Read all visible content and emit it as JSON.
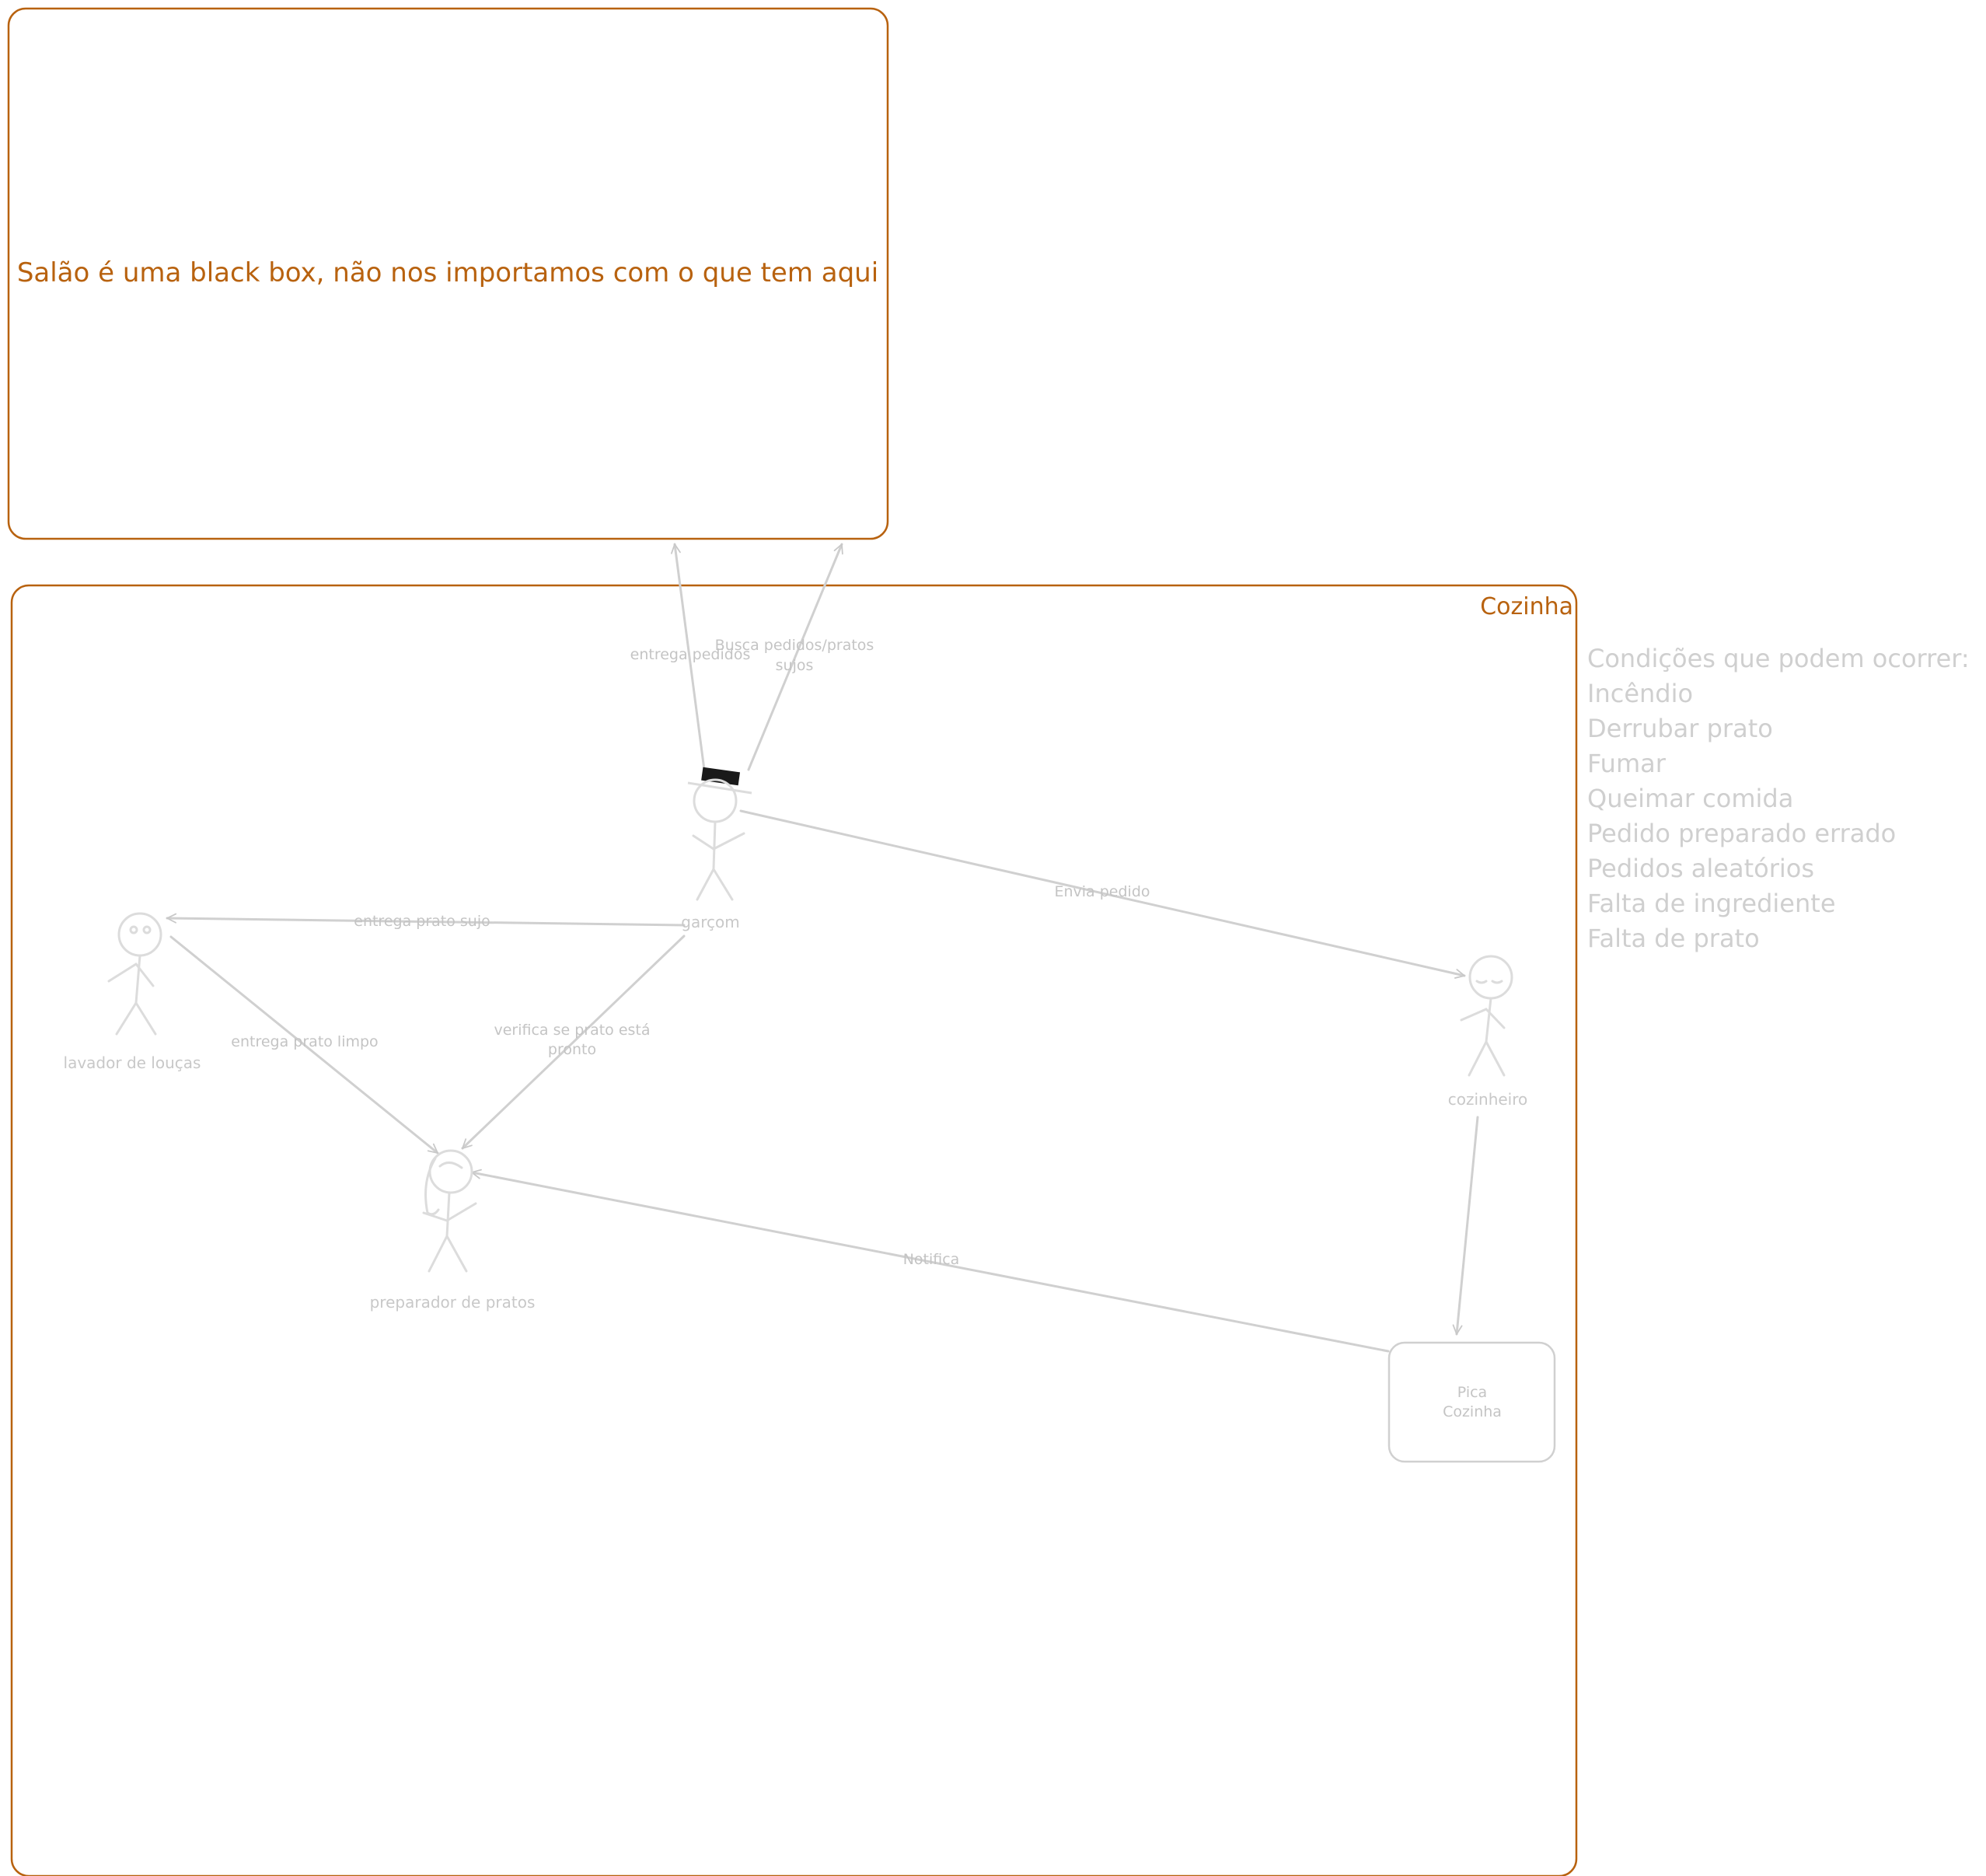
{
  "frames": {
    "salao": {
      "text": "Salão é uma black box, não nos importamos com o que tem aqui"
    },
    "cozinha": {
      "title": "Cozinha"
    }
  },
  "actors": {
    "garcom": {
      "label": "garçom"
    },
    "lavador": {
      "label": "lavador de louças"
    },
    "cozinheiro": {
      "label": "cozinheiro"
    },
    "preparador": {
      "label": "preparador de pratos"
    }
  },
  "boxes": {
    "pica": {
      "line1": "Pica",
      "line2": "Cozinha"
    }
  },
  "edges": {
    "entrega_pedidos": "entrega pedidos",
    "busca_pedidos_1": "Busca pedidos/pratos",
    "busca_pedidos_2": "sujos",
    "envia_pedido": "Envia pedido",
    "entrega_prato_sujo": "entrega prato sujo",
    "entrega_prato_limpo": "entrega prato limpo",
    "verifica_1": "verifica se prato está",
    "verifica_2": "pronto",
    "notifica": "Notifica"
  },
  "conditions": {
    "title": "Condições que podem ocorrer:",
    "items": [
      "Incêndio",
      "Derrubar prato",
      "Fumar",
      "Queimar comida",
      "Pedido preparado errado",
      "Pedidos aleatórios",
      "Falta de ingrediente",
      "Falta de prato"
    ]
  }
}
